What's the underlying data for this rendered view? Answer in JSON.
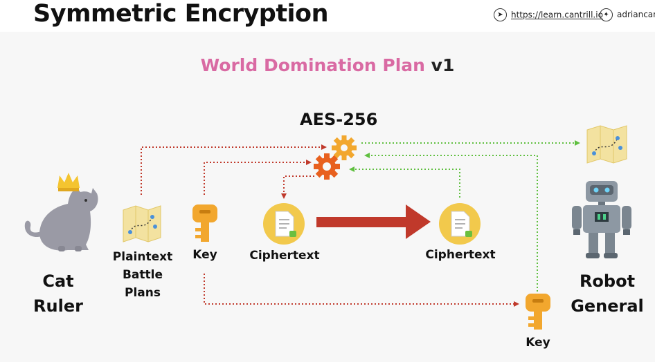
{
  "header": {
    "title": "Symmetric Encryption",
    "website": "https://learn.cantrill.io",
    "twitter": "adriancant"
  },
  "heading": {
    "highlight": "World Domination Plan",
    "version": "v1"
  },
  "algorithm": "AES-256",
  "labels": {
    "cat_line1": "Cat",
    "cat_line2": "Ruler",
    "plaintext_line1": "Plaintext",
    "plaintext_line2": "Battle",
    "plaintext_line3": "Plans",
    "key_left": "Key",
    "ciphertext_left": "Ciphertext",
    "ciphertext_right": "Ciphertext",
    "key_right": "Key",
    "robot_line1": "Robot",
    "robot_line2": "General"
  },
  "colors": {
    "encrypt_arrows": "#c0392b",
    "decrypt_arrows": "#5fbf3f",
    "big_arrow": "#c0392b",
    "title_highlight": "#d96aa3",
    "key": "#f2a72e",
    "gear": "#f2a72e"
  },
  "icons": [
    "compass-icon",
    "twitter-icon",
    "cat-icon",
    "crown-icon",
    "map-icon",
    "key-icon",
    "gear-icon",
    "document-icon",
    "robot-icon"
  ]
}
